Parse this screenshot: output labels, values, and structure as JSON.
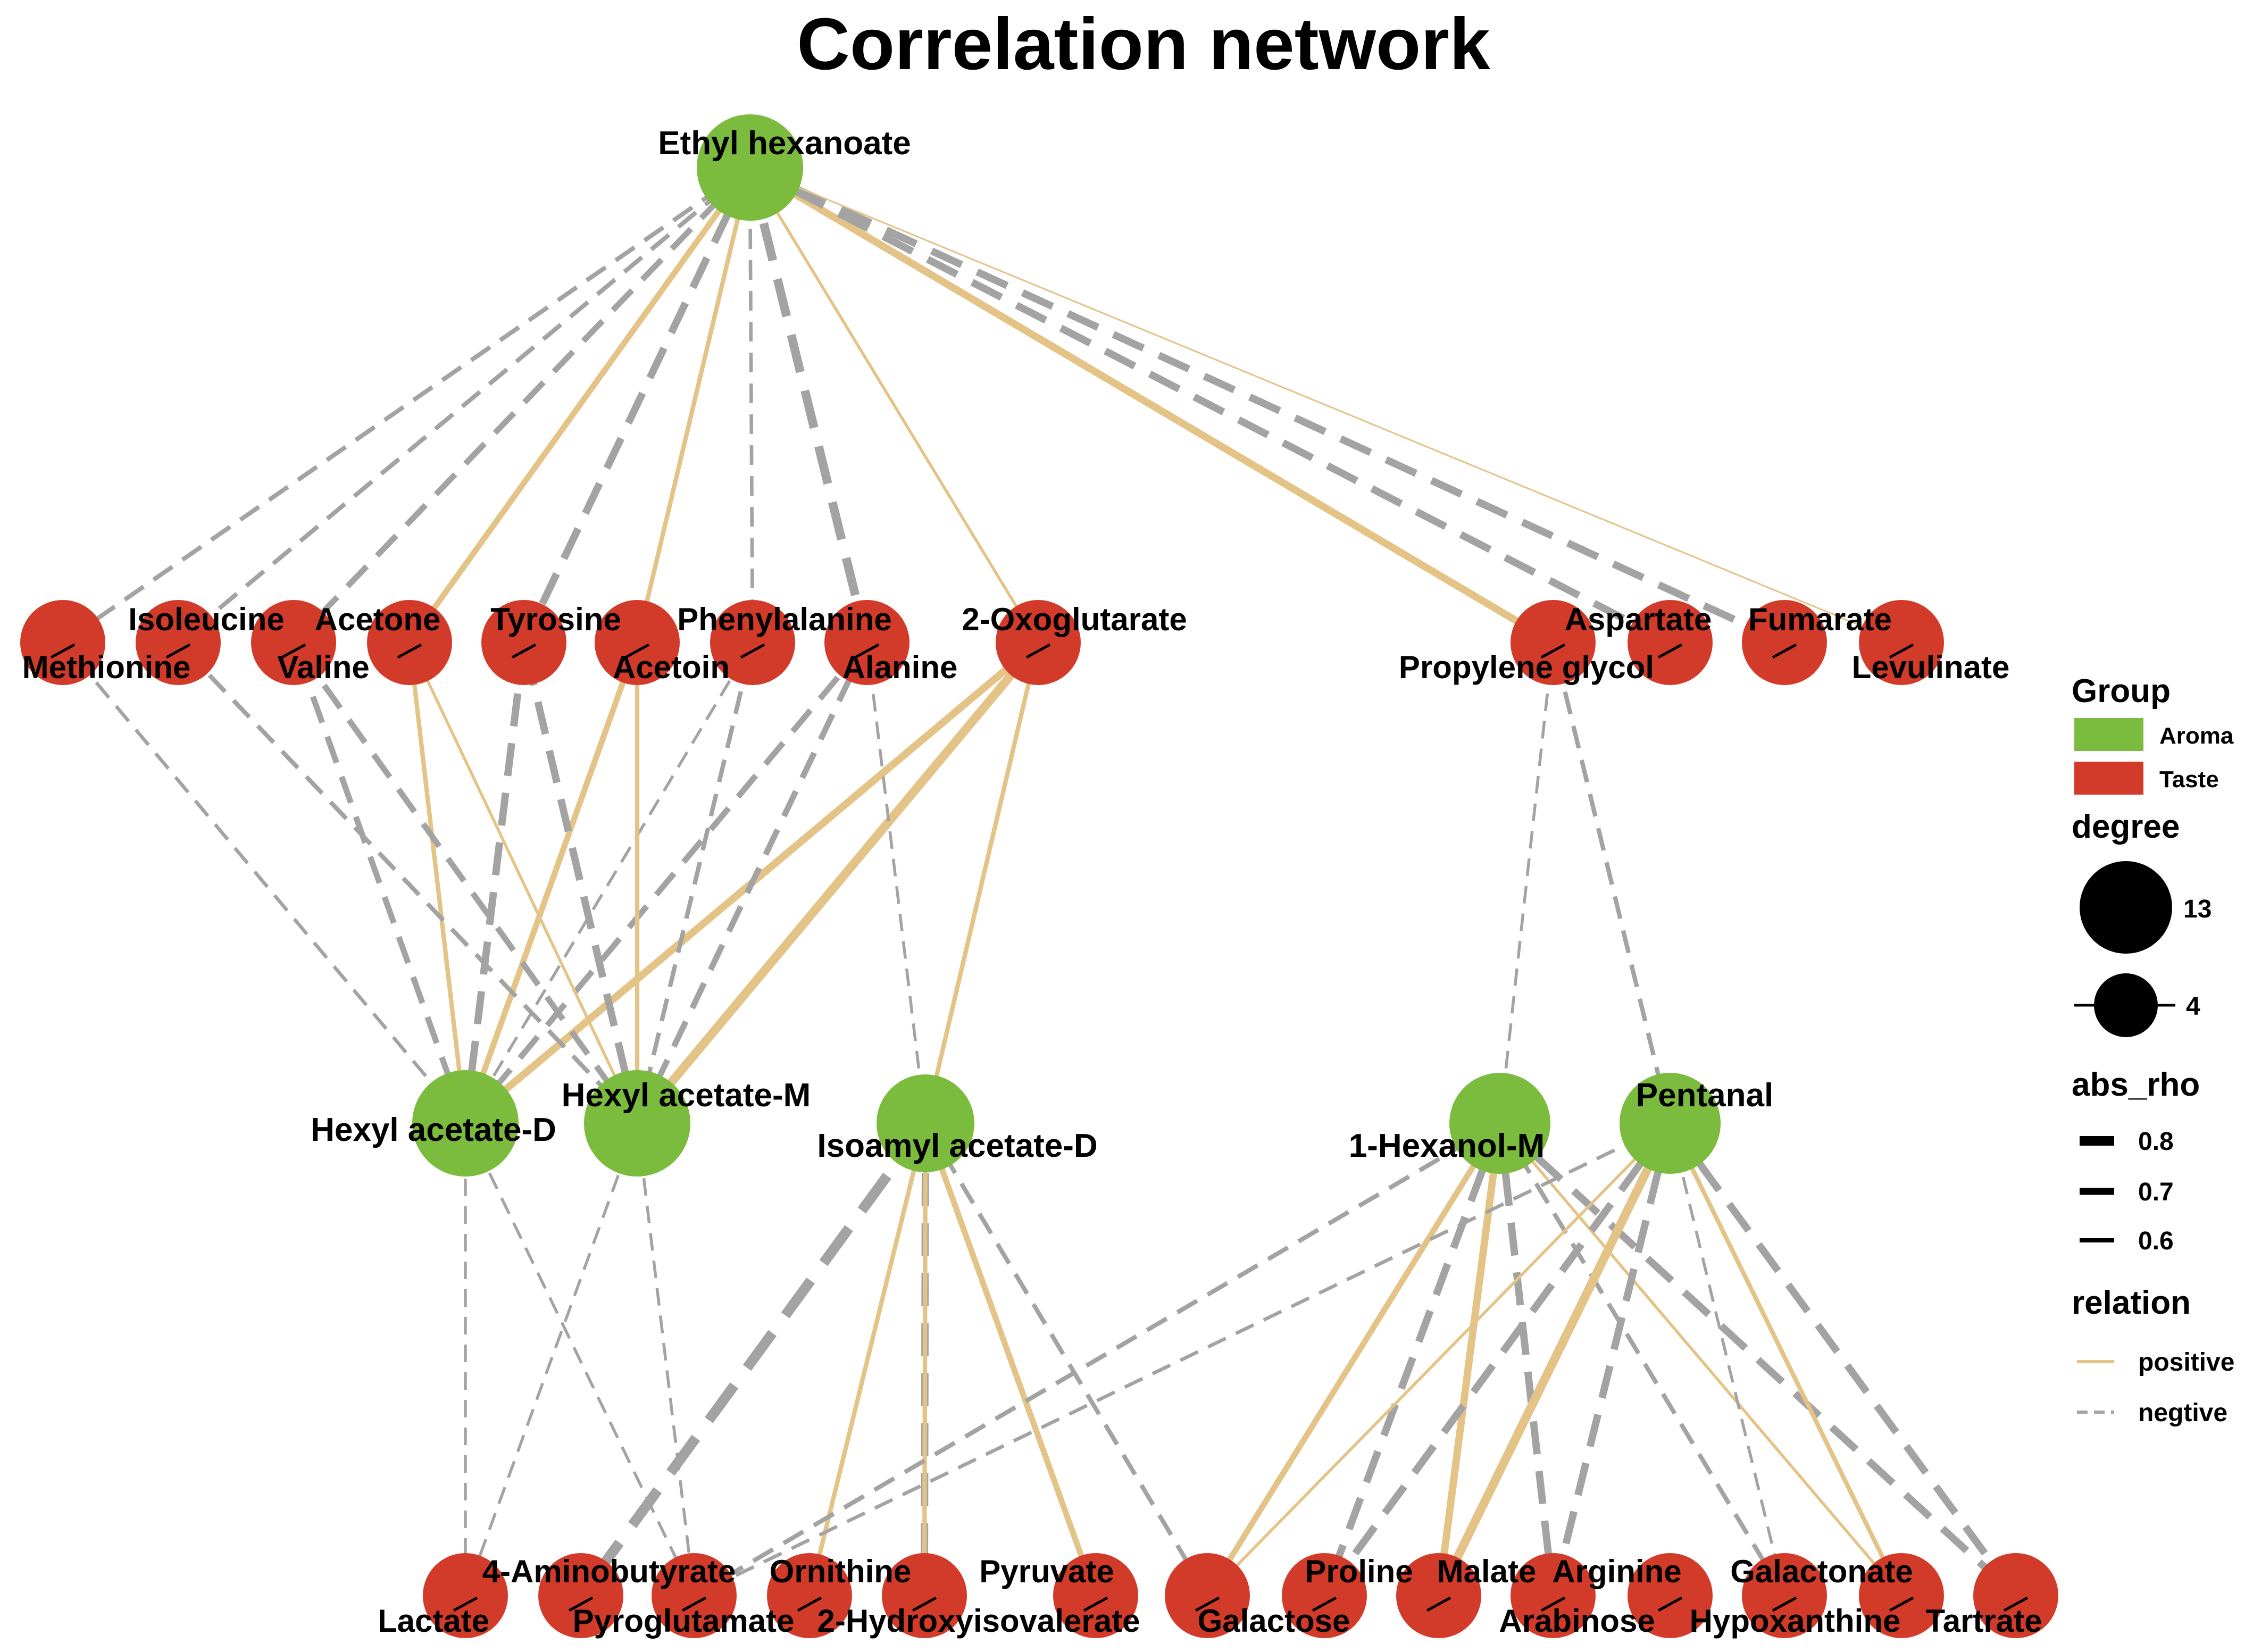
{
  "title": "Correlation network",
  "colors": {
    "aroma": "#7BBB3E",
    "taste": "#D23A2A",
    "positive": "#E3C386",
    "negative": "#A3A3A3"
  },
  "legend": {
    "group_title": "Group",
    "group_items": [
      {
        "label": "Aroma",
        "key": "aroma"
      },
      {
        "label": "Taste",
        "key": "taste"
      }
    ],
    "degree_title": "degree",
    "degree_items": [
      "13",
      "4"
    ],
    "rho_title": "abs_rho",
    "rho_items": [
      "0.8",
      "0.7",
      "0.6"
    ],
    "relation_title": "relation",
    "relation_items": [
      {
        "label": "positive",
        "key": "positive"
      },
      {
        "label": "negtive",
        "key": "negative"
      }
    ]
  },
  "nodes": [
    {
      "id": "Ethyl hexanoate",
      "group": "aroma",
      "degree": 13
    },
    {
      "id": "Methionine",
      "group": "taste"
    },
    {
      "id": "Isoleucine",
      "group": "taste"
    },
    {
      "id": "Valine",
      "group": "taste"
    },
    {
      "id": "Acetone",
      "group": "taste"
    },
    {
      "id": "Tyrosine",
      "group": "taste"
    },
    {
      "id": "Acetoin",
      "group": "taste"
    },
    {
      "id": "Phenylalanine",
      "group": "taste"
    },
    {
      "id": "Alanine",
      "group": "taste"
    },
    {
      "id": "2-Oxoglutarate",
      "group": "taste"
    },
    {
      "id": "Propylene glycol",
      "group": "taste"
    },
    {
      "id": "Aspartate",
      "group": "taste"
    },
    {
      "id": "Fumarate",
      "group": "taste"
    },
    {
      "id": "Levulinate",
      "group": "taste"
    },
    {
      "id": "Hexyl acetate-D",
      "group": "aroma"
    },
    {
      "id": "Hexyl acetate-M",
      "group": "aroma"
    },
    {
      "id": "Isoamyl acetate-D",
      "group": "aroma"
    },
    {
      "id": "1-Hexanol-M",
      "group": "aroma"
    },
    {
      "id": "Pentanal",
      "group": "aroma"
    },
    {
      "id": "Lactate",
      "group": "taste"
    },
    {
      "id": "4-Aminobutyrate",
      "group": "taste"
    },
    {
      "id": "Pyroglutamate",
      "group": "taste"
    },
    {
      "id": "Ornithine",
      "group": "taste"
    },
    {
      "id": "2-Hydroxyisovalerate",
      "group": "taste"
    },
    {
      "id": "Pyruvate",
      "group": "taste"
    },
    {
      "id": "Galactose",
      "group": "taste"
    },
    {
      "id": "Proline",
      "group": "taste"
    },
    {
      "id": "Malate",
      "group": "taste"
    },
    {
      "id": "Arabinose",
      "group": "taste"
    },
    {
      "id": "Arginine",
      "group": "taste"
    },
    {
      "id": "Hypoxanthine",
      "group": "taste"
    },
    {
      "id": "Galactonate",
      "group": "taste"
    },
    {
      "id": "Tartrate",
      "group": "taste"
    }
  ],
  "edges": [
    {
      "source": "Ethyl hexanoate",
      "target": "Methionine",
      "relation": "negative",
      "abs_rho": 0.65
    },
    {
      "source": "Ethyl hexanoate",
      "target": "Isoleucine",
      "relation": "negative",
      "abs_rho": 0.65
    },
    {
      "source": "Ethyl hexanoate",
      "target": "Valine",
      "relation": "negative",
      "abs_rho": 0.7
    },
    {
      "source": "Ethyl hexanoate",
      "target": "Acetone",
      "relation": "positive",
      "abs_rho": 0.7
    },
    {
      "source": "Ethyl hexanoate",
      "target": "Tyrosine",
      "relation": "negative",
      "abs_rho": 0.75
    },
    {
      "source": "Ethyl hexanoate",
      "target": "Acetoin",
      "relation": "positive",
      "abs_rho": 0.65
    },
    {
      "source": "Ethyl hexanoate",
      "target": "Phenylalanine",
      "relation": "negative",
      "abs_rho": 0.62
    },
    {
      "source": "Ethyl hexanoate",
      "target": "Alanine",
      "relation": "negative",
      "abs_rho": 0.8
    },
    {
      "source": "Ethyl hexanoate",
      "target": "2-Oxoglutarate",
      "relation": "positive",
      "abs_rho": 0.6
    },
    {
      "source": "Ethyl hexanoate",
      "target": "Propylene glycol",
      "relation": "positive",
      "abs_rho": 0.75
    },
    {
      "source": "Ethyl hexanoate",
      "target": "Aspartate",
      "relation": "negative",
      "abs_rho": 0.75
    },
    {
      "source": "Ethyl hexanoate",
      "target": "Fumarate",
      "relation": "negative",
      "abs_rho": 0.75
    },
    {
      "source": "Ethyl hexanoate",
      "target": "Levulinate",
      "relation": "positive",
      "abs_rho": 0.55
    },
    {
      "source": "Hexyl acetate-D",
      "target": "Methionine",
      "relation": "negative",
      "abs_rho": 0.62
    },
    {
      "source": "Hexyl acetate-D",
      "target": "Valine",
      "relation": "negative",
      "abs_rho": 0.7
    },
    {
      "source": "Hexyl acetate-D",
      "target": "Acetone",
      "relation": "positive",
      "abs_rho": 0.65
    },
    {
      "source": "Hexyl acetate-D",
      "target": "Tyrosine",
      "relation": "negative",
      "abs_rho": 0.75
    },
    {
      "source": "Hexyl acetate-D",
      "target": "Acetoin",
      "relation": "positive",
      "abs_rho": 0.7
    },
    {
      "source": "Hexyl acetate-D",
      "target": "Phenylalanine",
      "relation": "negative",
      "abs_rho": 0.6
    },
    {
      "source": "Hexyl acetate-D",
      "target": "Alanine",
      "relation": "negative",
      "abs_rho": 0.7
    },
    {
      "source": "Hexyl acetate-D",
      "target": "2-Oxoglutarate",
      "relation": "positive",
      "abs_rho": 0.75
    },
    {
      "source": "Hexyl acetate-D",
      "target": "Lactate",
      "relation": "negative",
      "abs_rho": 0.6
    },
    {
      "source": "Hexyl acetate-D",
      "target": "Pyroglutamate",
      "relation": "negative",
      "abs_rho": 0.6
    },
    {
      "source": "Hexyl acetate-M",
      "target": "Isoleucine",
      "relation": "negative",
      "abs_rho": 0.65
    },
    {
      "source": "Hexyl acetate-M",
      "target": "Valine",
      "relation": "negative",
      "abs_rho": 0.7
    },
    {
      "source": "Hexyl acetate-M",
      "target": "Acetone",
      "relation": "positive",
      "abs_rho": 0.6
    },
    {
      "source": "Hexyl acetate-M",
      "target": "Tyrosine",
      "relation": "negative",
      "abs_rho": 0.75
    },
    {
      "source": "Hexyl acetate-M",
      "target": "Acetoin",
      "relation": "positive",
      "abs_rho": 0.65
    },
    {
      "source": "Hexyl acetate-M",
      "target": "Phenylalanine",
      "relation": "negative",
      "abs_rho": 0.65
    },
    {
      "source": "Hexyl acetate-M",
      "target": "Alanine",
      "relation": "negative",
      "abs_rho": 0.7
    },
    {
      "source": "Hexyl acetate-M",
      "target": "2-Oxoglutarate",
      "relation": "positive",
      "abs_rho": 0.8
    },
    {
      "source": "Hexyl acetate-M",
      "target": "Lactate",
      "relation": "negative",
      "abs_rho": 0.6
    },
    {
      "source": "Hexyl acetate-M",
      "target": "Pyroglutamate",
      "relation": "negative",
      "abs_rho": 0.6
    },
    {
      "source": "Isoamyl acetate-D",
      "target": "Alanine",
      "relation": "negative",
      "abs_rho": 0.6
    },
    {
      "source": "Isoamyl acetate-D",
      "target": "2-Oxoglutarate",
      "relation": "positive",
      "abs_rho": 0.65
    },
    {
      "source": "Isoamyl acetate-D",
      "target": "4-Aminobutyrate",
      "relation": "negative",
      "abs_rho": 0.85
    },
    {
      "source": "Isoamyl acetate-D",
      "target": "Ornithine",
      "relation": "positive",
      "abs_rho": 0.65
    },
    {
      "source": "Isoamyl acetate-D",
      "target": "2-Hydroxyisovalerate",
      "relation": "negative",
      "abs_rho": 0.75
    },
    {
      "source": "Isoamyl acetate-D",
      "target": "Pyruvate",
      "relation": "positive",
      "abs_rho": 0.7
    },
    {
      "source": "Isoamyl acetate-D",
      "target": "2-Hydroxyisovalerate",
      "relation": "positive",
      "abs_rho": 0.65
    },
    {
      "source": "Isoamyl acetate-D",
      "target": "Galactose",
      "relation": "negative",
      "abs_rho": 0.65
    },
    {
      "source": "1-Hexanol-M",
      "target": "Propylene glycol",
      "relation": "negative",
      "abs_rho": 0.6
    },
    {
      "source": "1-Hexanol-M",
      "target": "Pyroglutamate",
      "relation": "negative",
      "abs_rho": 0.65
    },
    {
      "source": "1-Hexanol-M",
      "target": "Galactose",
      "relation": "positive",
      "abs_rho": 0.7
    },
    {
      "source": "1-Hexanol-M",
      "target": "Proline",
      "relation": "negative",
      "abs_rho": 0.75
    },
    {
      "source": "1-Hexanol-M",
      "target": "Malate",
      "relation": "positive",
      "abs_rho": 0.75
    },
    {
      "source": "1-Hexanol-M",
      "target": "Arabinose",
      "relation": "negative",
      "abs_rho": 0.75
    },
    {
      "source": "1-Hexanol-M",
      "target": "Hypoxanthine",
      "relation": "negative",
      "abs_rho": 0.65
    },
    {
      "source": "1-Hexanol-M",
      "target": "Galactonate",
      "relation": "positive",
      "abs_rho": 0.6
    },
    {
      "source": "1-Hexanol-M",
      "target": "Tartrate",
      "relation": "negative",
      "abs_rho": 0.75
    },
    {
      "source": "Pentanal",
      "target": "Propylene glycol",
      "relation": "negative",
      "abs_rho": 0.65
    },
    {
      "source": "Pentanal",
      "target": "Pyroglutamate",
      "relation": "negative",
      "abs_rho": 0.62
    },
    {
      "source": "Pentanal",
      "target": "Galactose",
      "relation": "positive",
      "abs_rho": 0.6
    },
    {
      "source": "Pentanal",
      "target": "Proline",
      "relation": "negative",
      "abs_rho": 0.75
    },
    {
      "source": "Pentanal",
      "target": "Malate",
      "relation": "positive",
      "abs_rho": 0.8
    },
    {
      "source": "Pentanal",
      "target": "Arabinose",
      "relation": "negative",
      "abs_rho": 0.75
    },
    {
      "source": "Pentanal",
      "target": "Hypoxanthine",
      "relation": "negative",
      "abs_rho": 0.6
    },
    {
      "source": "Pentanal",
      "target": "Galactonate",
      "relation": "positive",
      "abs_rho": 0.65
    },
    {
      "source": "Pentanal",
      "target": "Tartrate",
      "relation": "negative",
      "abs_rho": 0.75
    }
  ]
}
